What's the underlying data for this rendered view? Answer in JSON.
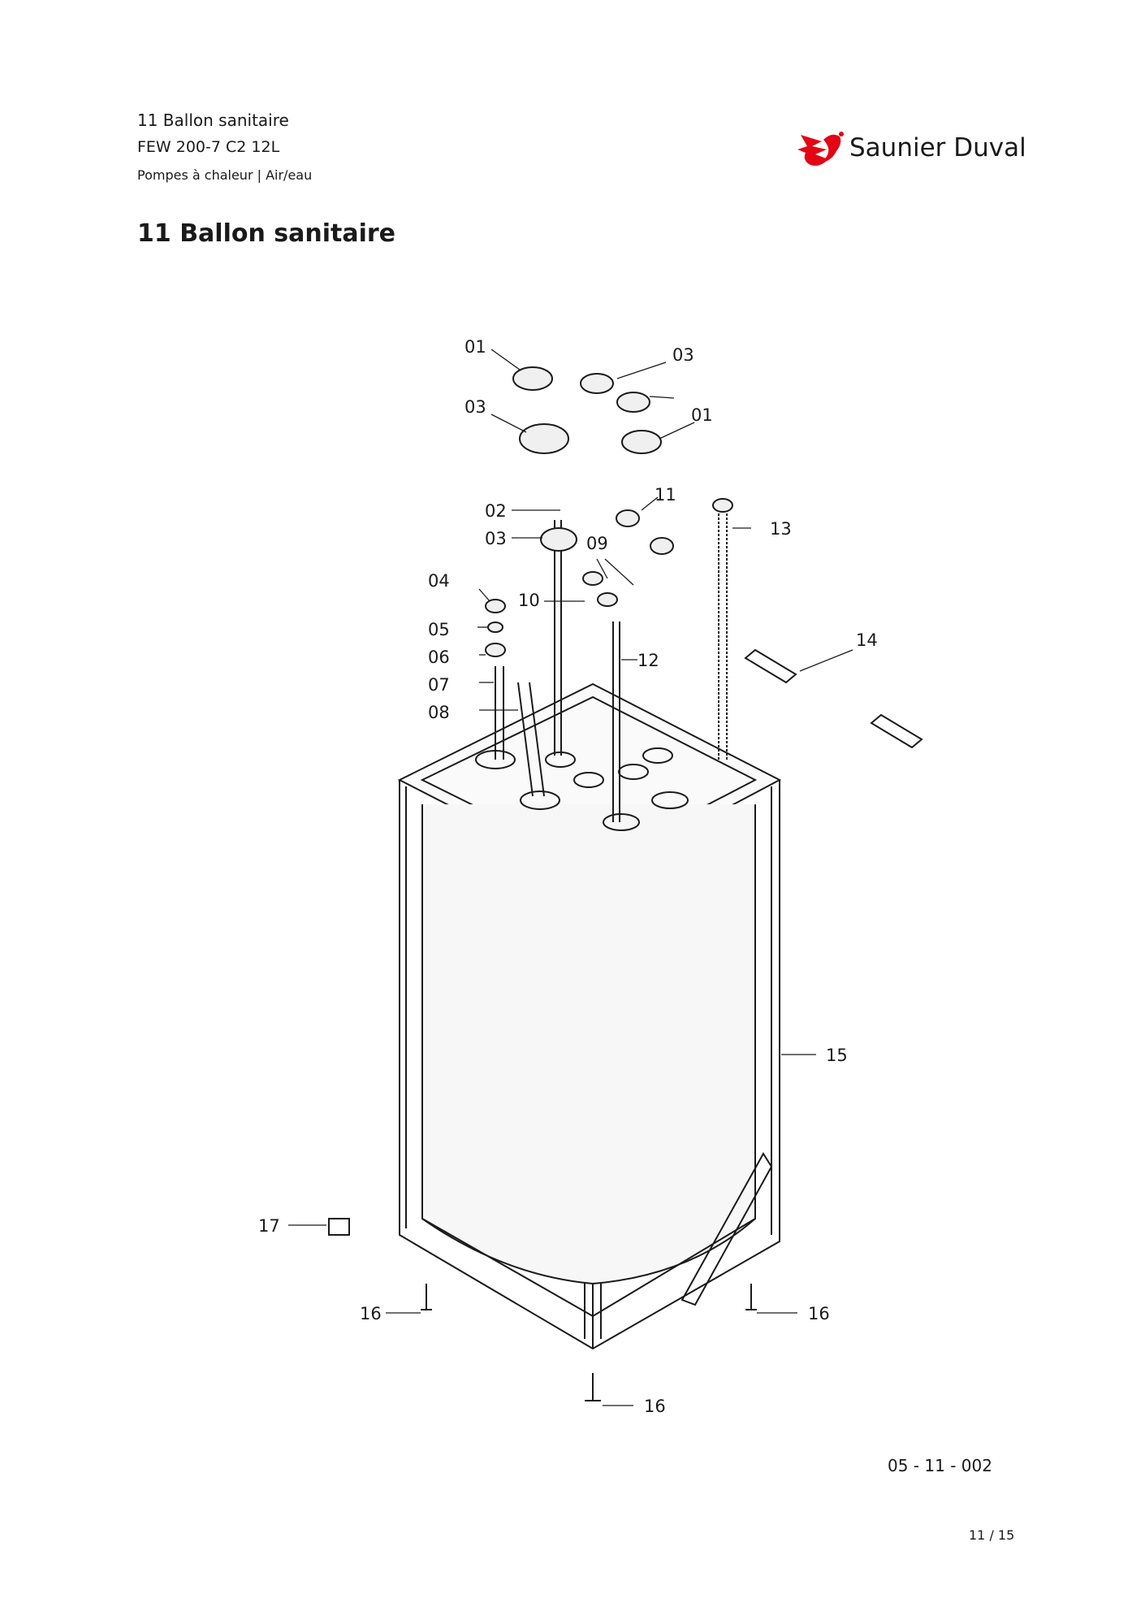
{
  "header": {
    "section": "11 Ballon sanitaire",
    "model": "FEW 200-7 C2 12L",
    "category": "Pompes à chaleur | Air/eau"
  },
  "brand": {
    "name": "Saunier Duval",
    "color": "#e30613",
    "icon": "bird-logo-icon"
  },
  "title": "11 Ballon sanitaire",
  "diagram": {
    "labels": [
      "01",
      "03",
      "03",
      "01",
      "02",
      "03",
      "11",
      "13",
      "09",
      "04",
      "10",
      "05",
      "06",
      "14",
      "12",
      "07",
      "08",
      "15",
      "17",
      "16",
      "16",
      "16"
    ]
  },
  "footer": {
    "reference": "05 - 11 - 002",
    "page": "11 / 15"
  }
}
